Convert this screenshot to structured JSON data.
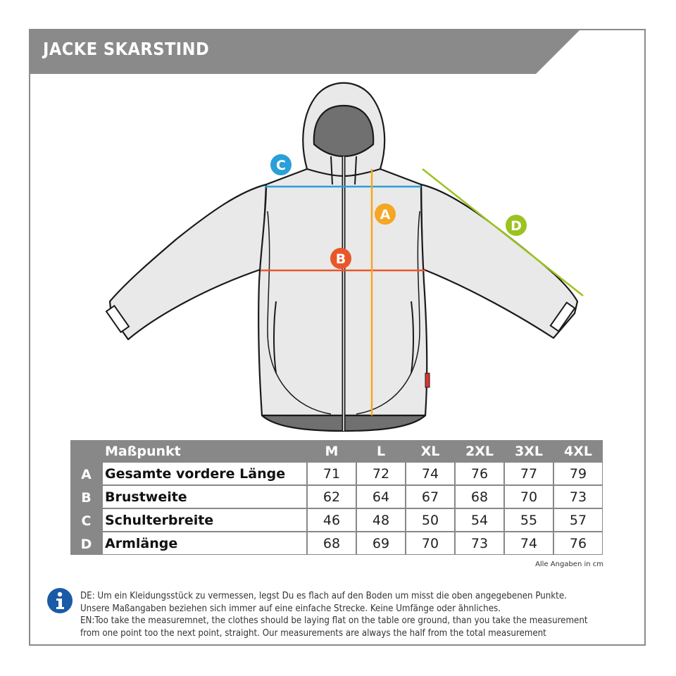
{
  "title": "JACKE SKARSTIND",
  "colors": {
    "header_bg": "#8a8a8a",
    "frame_border": "#8a8a8a",
    "measure_A": "#f5a623",
    "measure_B": "#e8572a",
    "measure_C": "#2a9fd8",
    "measure_D": "#9bc31f",
    "info_icon": "#1a5aa6"
  },
  "diagram": {
    "label_A": "A",
    "label_B": "B",
    "label_C": "C",
    "label_D": "D"
  },
  "table": {
    "header_label": "Maßpunkt",
    "sizes": [
      "M",
      "L",
      "XL",
      "2XL",
      "3XL",
      "4XL"
    ],
    "rows": [
      {
        "letter": "A",
        "label": "Gesamte vordere Länge",
        "values": [
          "71",
          "72",
          "74",
          "76",
          "77",
          "79"
        ]
      },
      {
        "letter": "B",
        "label": "Brustweite",
        "values": [
          "62",
          "64",
          "67",
          "68",
          "70",
          "73"
        ]
      },
      {
        "letter": "C",
        "label": "Schulterbreite",
        "values": [
          "46",
          "48",
          "50",
          "54",
          "55",
          "57"
        ]
      },
      {
        "letter": "D",
        "label": "Armlänge",
        "values": [
          "68",
          "69",
          "70",
          "73",
          "74",
          "76"
        ]
      }
    ],
    "footnote": "Alle Angaben in cm"
  },
  "info": {
    "icon": "info-icon",
    "lines": [
      "DE: Um ein Kleidungsstück zu vermessen, legst Du es flach auf den Boden um misst die oben angegebenen Punkte.",
      "Unsere Maßangaben beziehen sich immer auf eine einfache Strecke. Keine Umfänge oder ähnliches.",
      "EN:Too take the measuremnet, the clothes should be laying flat on the table ore ground, than you take the measurement",
      "from one point too the next point, straight. Our measurements are always the half from the total measurement"
    ]
  }
}
